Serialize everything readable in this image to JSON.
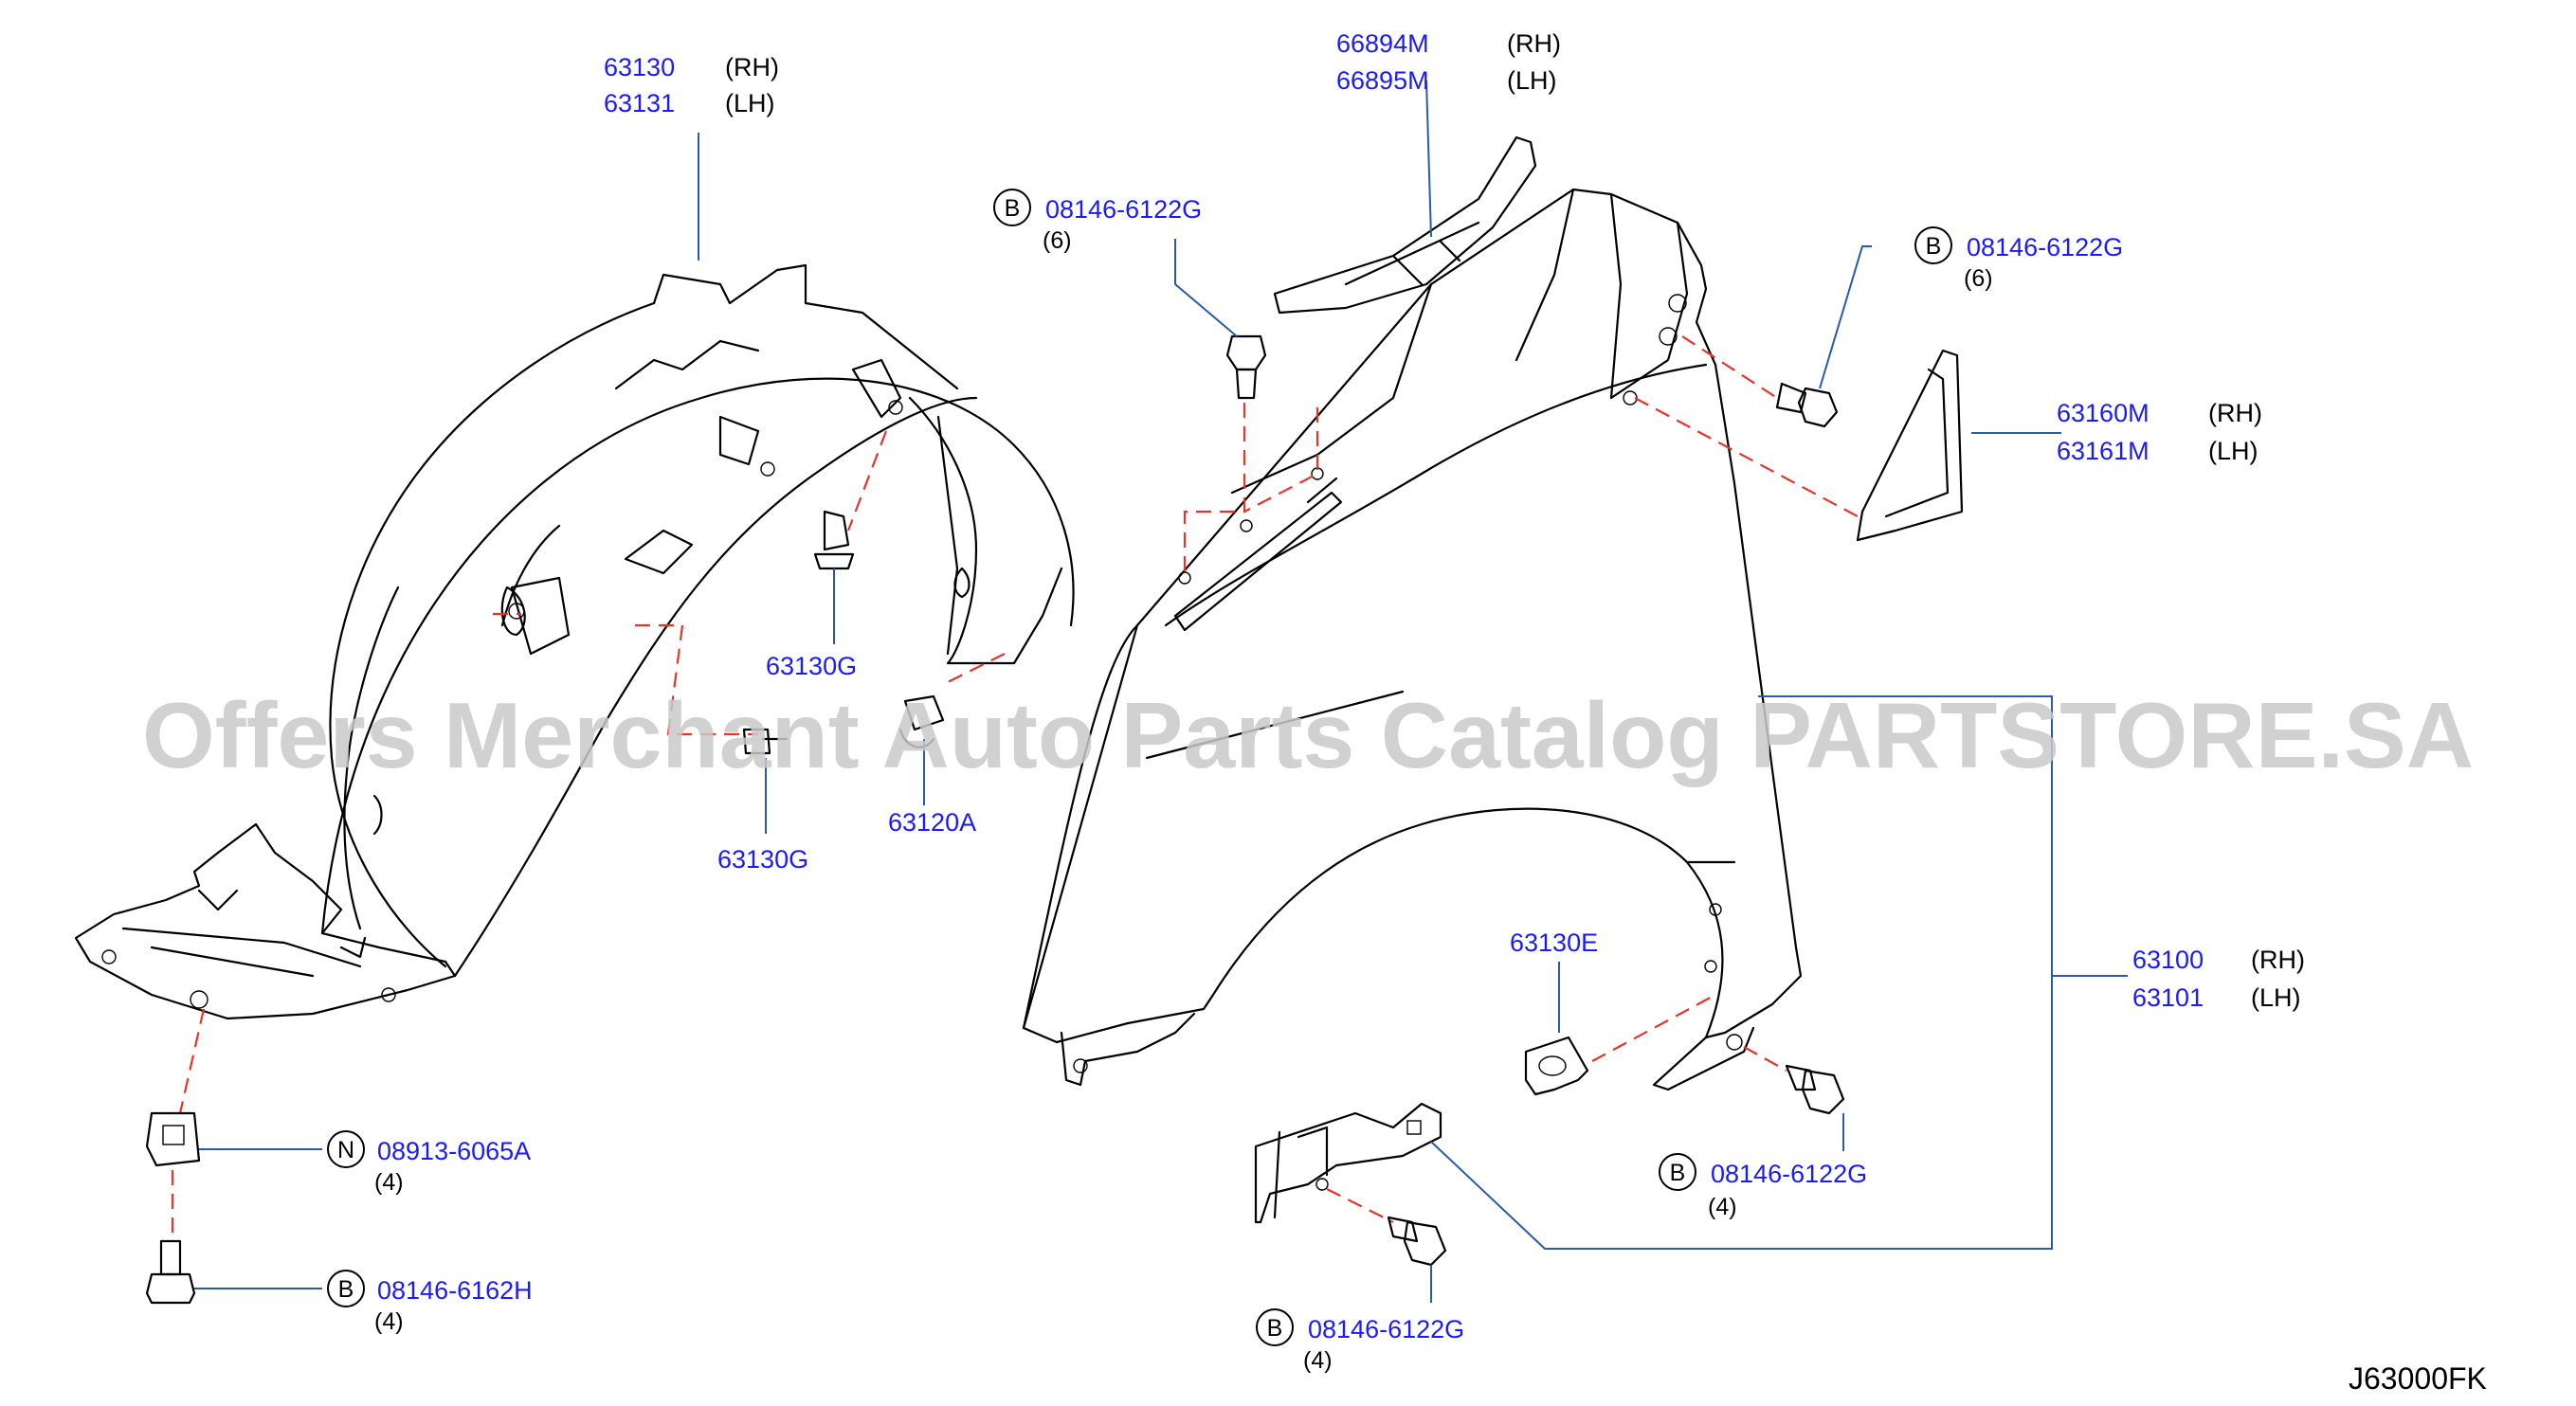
{
  "watermark": "Offers Merchant Auto Parts Catalog PARTSTORE.SA",
  "diagram_code": "J63000FK",
  "callouts": {
    "liner": {
      "pn1": "63130",
      "side1": "(RH)",
      "pn2": "63131",
      "side2": "(LH)"
    },
    "seal": {
      "pn1": "66894M",
      "side1": "(RH)",
      "pn2": "66895M",
      "side2": "(LH)"
    },
    "bolt_top": {
      "letter": "B",
      "pn": "08146-6122G",
      "qty": "(6)"
    },
    "bolt_right": {
      "letter": "B",
      "pn": "08146-6122G",
      "qty": "(6)"
    },
    "cover": {
      "pn1": "63160M",
      "side1": "(RH)",
      "pn2": "63161M",
      "side2": "(LH)"
    },
    "clip_a": {
      "pn": "63130G"
    },
    "clip_b": {
      "pn": "63130G"
    },
    "grommet": {
      "pn": "63120A"
    },
    "fender": {
      "pn1": "63100",
      "side1": "(RH)",
      "pn2": "63101",
      "side2": "(LH)"
    },
    "nut_e": {
      "pn": "63130E"
    },
    "bolt_mid": {
      "letter": "B",
      "pn": "08146-6122G",
      "qty": "(4)"
    },
    "bolt_bottom": {
      "letter": "B",
      "pn": "08146-6122G",
      "qty": "(4)"
    },
    "nut_n": {
      "letter": "N",
      "pn": "08913-6065A",
      "qty": "(4)"
    },
    "bolt_h": {
      "letter": "B",
      "pn": "08146-6162H",
      "qty": "(4)"
    }
  },
  "icons": [
    "fender-liner",
    "fender-panel",
    "fender-seal",
    "fender-cover",
    "bolt",
    "clip",
    "grommet",
    "nut",
    "bracket"
  ],
  "colors": {
    "part_number": "#1a1aff",
    "leader": "#2a5aa8",
    "dashed_path": "#e8332a",
    "watermark": "#c9c9c9"
  }
}
